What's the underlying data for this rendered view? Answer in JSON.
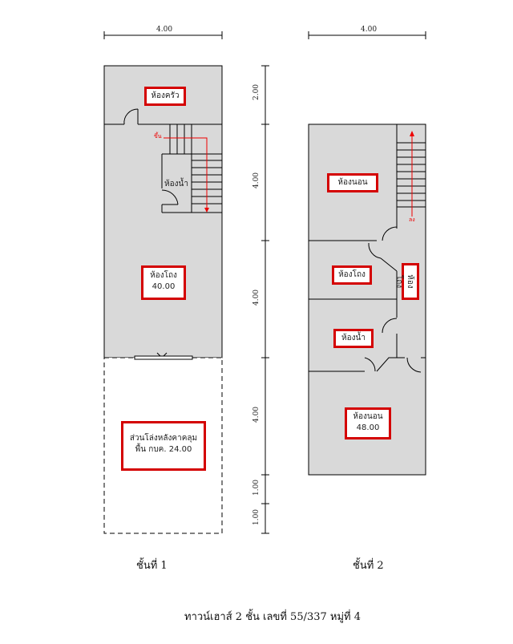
{
  "title": "ทาวน์เฮาส์ 2 ชั้น เลขที่ 55/337 หมู่ที่ 4",
  "floor1": {
    "caption": "ชั้นที่ 1",
    "width_dim": "4.00",
    "rooms": {
      "kitchen": "ห้องครัว",
      "bathroom": "ห้องน้ำ",
      "hall": "ห้องโถง",
      "hall_area": "40.00",
      "open_area": "ส่วนโล่งหลังคาคลุม",
      "open_area_floor": "พื้น กบค. 24.00"
    },
    "stair_up": "ขึ้น"
  },
  "floor2": {
    "caption": "ชั้นที่ 2",
    "width_dim": "4.00",
    "rooms": {
      "bedroom1": "ห้องนอน",
      "hall": "ห้องโถง",
      "corridor": "ห้องโถง",
      "bathroom": "ห้องน้ำ",
      "bedroom2": "ห้องนอน",
      "bedroom2_area": "48.00"
    },
    "stair_down": "ลง"
  },
  "vertical_dims": [
    "2.00",
    "4.00",
    "4.00",
    "4.00",
    "1.00",
    "1.00"
  ]
}
